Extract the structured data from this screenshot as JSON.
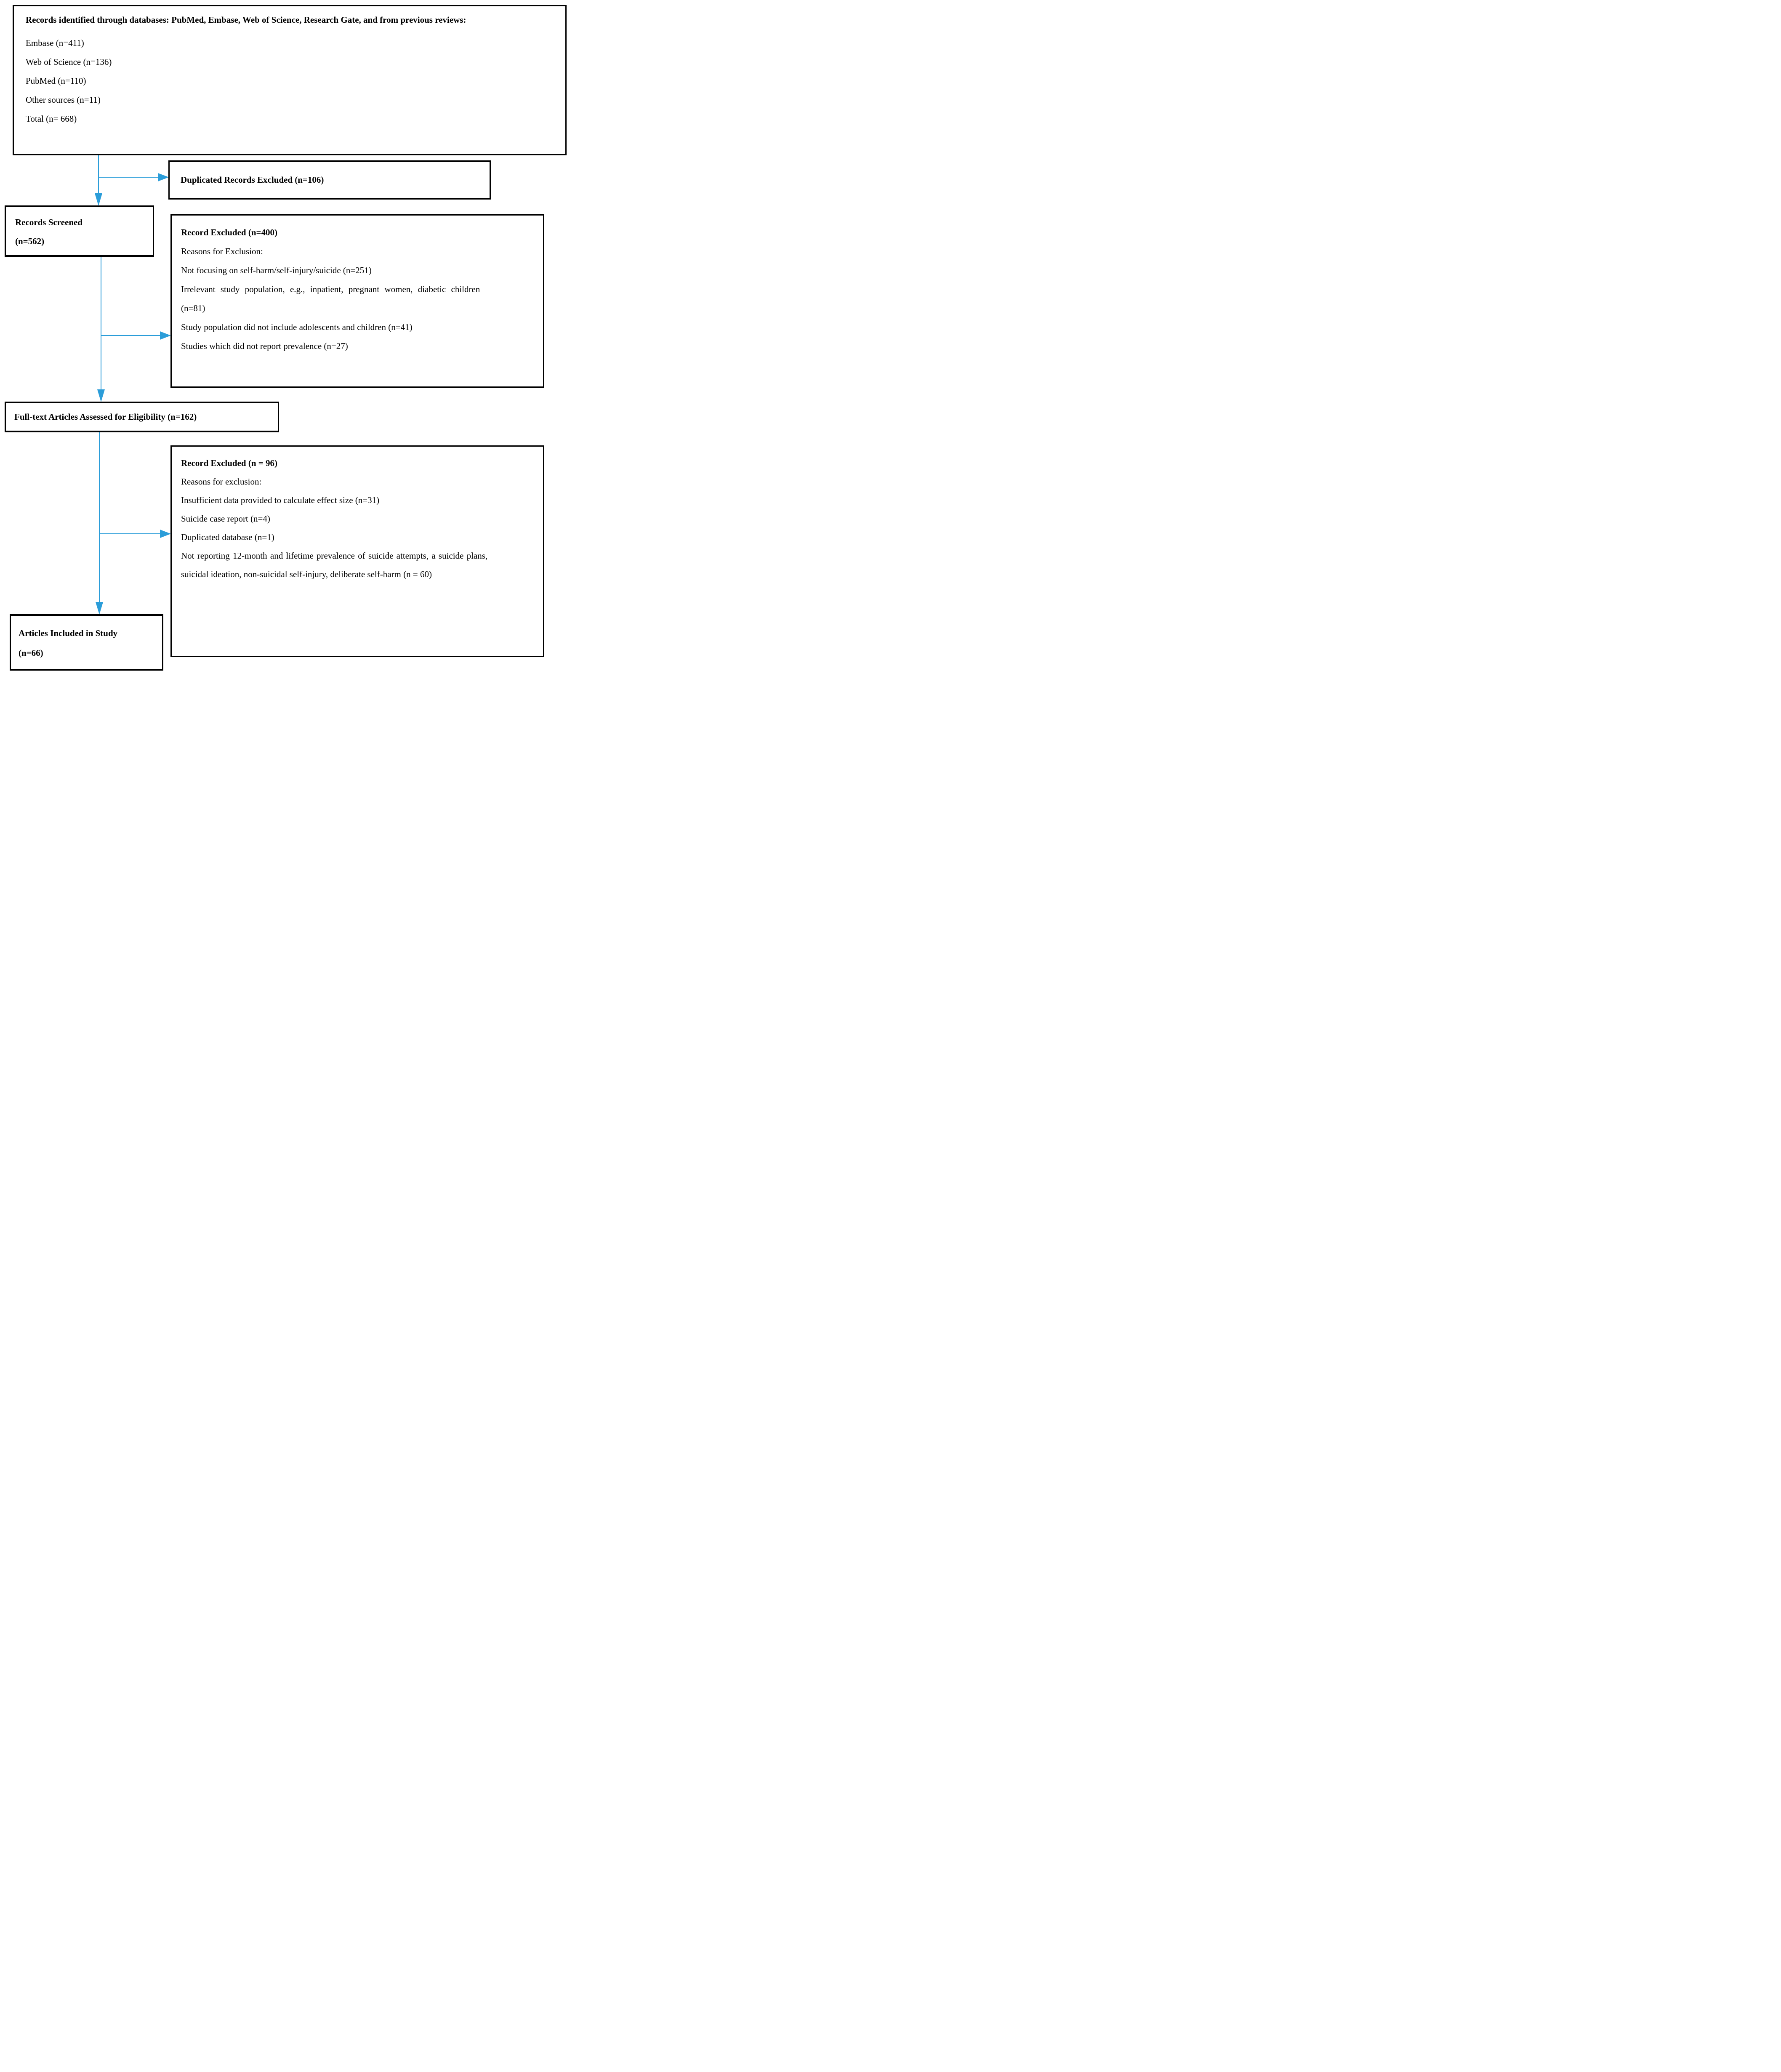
{
  "diagram": {
    "arrow_color": "#2b9dd9",
    "border_color": "#000000",
    "boxes": {
      "identification": {
        "title": "Records identified through databases: PubMed, Embase, Web of Science, Research Gate, and from previous reviews:",
        "lines": [
          "Embase (n=411)",
          "Web of Science (n=136)",
          "PubMed (n=110)",
          "Other sources (n=11)",
          "Total (n= 668)"
        ]
      },
      "duplicates_excluded": {
        "title": "Duplicated Records Excluded (n=106)"
      },
      "records_screened": {
        "lines": [
          "Records Screened",
          "(n=562)"
        ]
      },
      "records_excluded": {
        "title": "Record Excluded (n=400)",
        "lines": [
          "Reasons for Exclusion:",
          "Not focusing on self-harm/self-injury/suicide (n=251)",
          "Irrelevant study population, e.g., inpatient, pregnant women, diabetic children",
          "(n=81)",
          "Study population did not include adolescents and children (n=41)",
          "Studies which did not report prevalence (n=27)"
        ]
      },
      "fulltext_assessed": {
        "title": "Full-text Articles Assessed for Eligibility (n=162)"
      },
      "fulltext_excluded": {
        "title": "Record Excluded (n = 96)",
        "lines": [
          "Reasons for exclusion:",
          "Insufficient data provided to calculate effect size (n=31)",
          "Suicide case report (n=4)",
          "Duplicated database (n=1)",
          "Not reporting 12-month and lifetime prevalence of suicide attempts, a suicide plans,",
          "suicidal ideation, non-suicidal self-injury, deliberate self-harm (n = 60)"
        ]
      },
      "included": {
        "lines": [
          "Articles Included in Study",
          "(n=66)"
        ]
      }
    }
  }
}
